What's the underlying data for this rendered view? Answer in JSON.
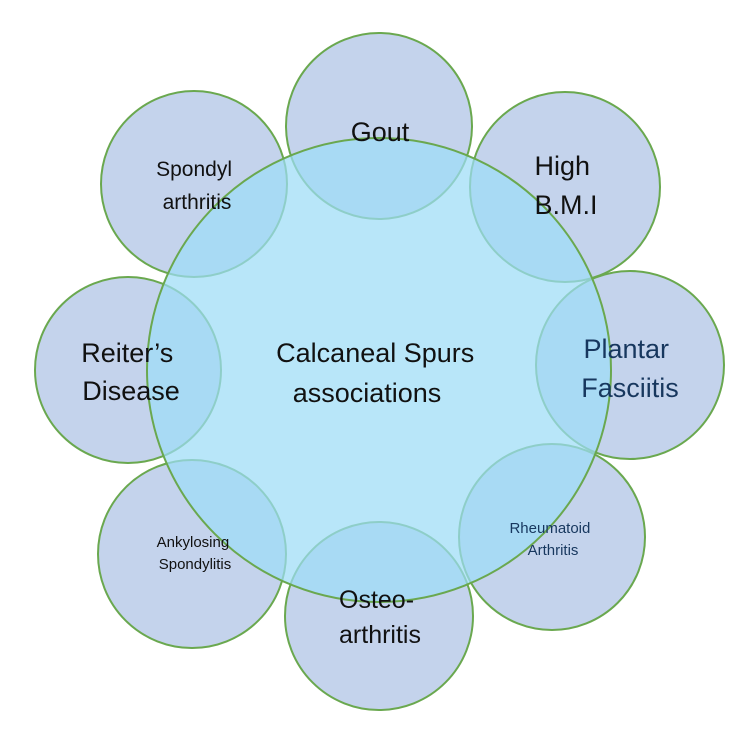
{
  "colors": {
    "outer_fill": "#b4c7e7",
    "center_fill": "#9ddcf6",
    "stroke": "#6aa84f",
    "text": "#111111",
    "text_dark": "#17375e"
  },
  "center": {
    "line1": "Calcaneal Spurs",
    "line2": "associations"
  },
  "nodes": {
    "gout": {
      "line1": "Gout"
    },
    "high_bmi": {
      "line1": "High",
      "line2": "B.M.I"
    },
    "plantar_fasciitis": {
      "line1": "Plantar",
      "line2": "Fasciitis"
    },
    "rheumatoid_arthritis": {
      "line1": "Rheumatoid",
      "line2": "Arthritis"
    },
    "osteoarthritis": {
      "line1": "Osteo-",
      "line2": "arthritis"
    },
    "ankylosing_spondylitis": {
      "line1": "Ankylosing",
      "line2": "Spondylitis"
    },
    "reiters_disease": {
      "line1": "Reiter’s",
      "line2": "Disease"
    },
    "spondyl_arthritis": {
      "line1": "Spondyl",
      "line2": "arthritis"
    }
  }
}
